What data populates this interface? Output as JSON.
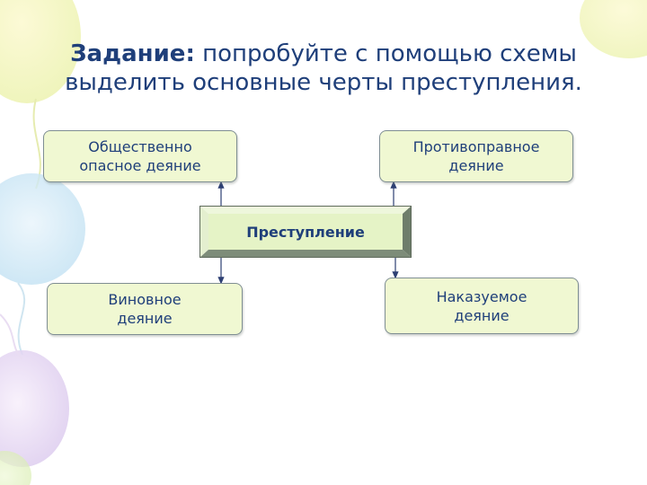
{
  "title": {
    "bold": "Задание:",
    "rest": " попробуйте с помощью схемы",
    "line2": "выделить основные черты преступления."
  },
  "diagram": {
    "center": "Преступление",
    "top_left": "Общественно\nопасное деяние",
    "top_right": "Противоправное\nдеяние",
    "bottom_left": "Виновное\nдеяние",
    "bottom_right": "Наказуемое\nдеяние"
  },
  "colors": {
    "title_text": "#1f3f7a",
    "box_fill": "#f0f8d2",
    "box_border": "#7f8e93",
    "center_fill": "#e5f3c6",
    "bevel_dark": "#6e7d6b",
    "arrow": "#2d3f73"
  }
}
